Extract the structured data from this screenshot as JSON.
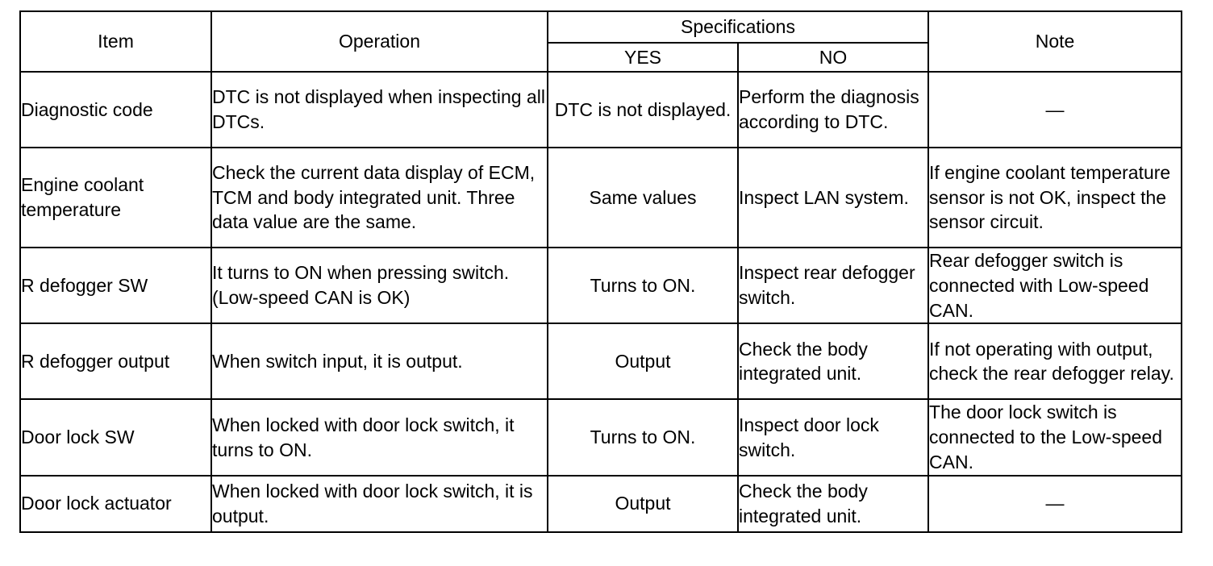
{
  "table": {
    "headers": {
      "item": "Item",
      "operation": "Operation",
      "specifications": "Specifications",
      "yes": "YES",
      "no": "NO",
      "note": "Note"
    },
    "rows": [
      {
        "item": "Diagnostic code",
        "operation": "DTC is not displayed when inspecting all DTCs.",
        "yes": "DTC is not displayed.",
        "no": "Perform the diagnosis according to DTC.",
        "note": "—"
      },
      {
        "item": "Engine coolant temperature",
        "operation": "Check the current data display of ECM, TCM and body integrated unit. Three data value are the same.",
        "yes": "Same values",
        "no": "Inspect LAN system.",
        "note": "If engine coolant temperature sensor is not OK, inspect the sensor circuit."
      },
      {
        "item": "R defogger SW",
        "operation": "It turns to ON when pressing switch. (Low-speed CAN is OK)",
        "yes": "Turns to ON.",
        "no": "Inspect rear defogger switch.",
        "note": "Rear defogger switch is connected with Low-speed CAN."
      },
      {
        "item": "R defogger output",
        "operation": "When switch input, it is output.",
        "yes": "Output",
        "no": "Check the body integrated unit.",
        "note": "If not operating with output, check the rear defogger relay."
      },
      {
        "item": "Door lock SW",
        "operation": "When locked with door lock switch, it turns to ON.",
        "yes": "Turns to ON.",
        "no": "Inspect door lock switch.",
        "note": "The door lock switch is connected to the Low-speed CAN."
      },
      {
        "item": "Door lock actuator",
        "operation": "When locked with door lock switch, it is output.",
        "yes": "Output",
        "no": "Check the body integrated unit.",
        "note": "—"
      }
    ]
  },
  "colors": {
    "border": "#000000",
    "text": "#000000",
    "background": "#ffffff"
  }
}
